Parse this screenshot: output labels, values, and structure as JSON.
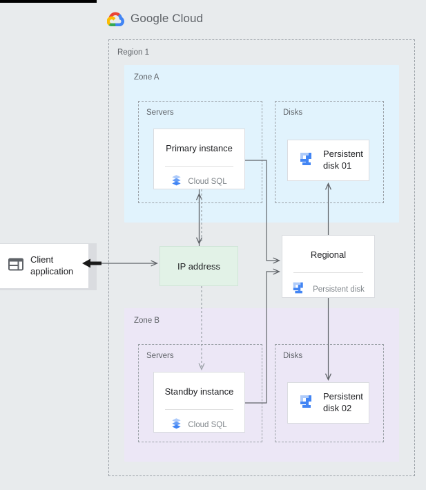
{
  "brand": {
    "logo_icon": "google-cloud-logo-icon",
    "name_bold": "Google",
    "name_light": "Cloud"
  },
  "region": {
    "label": "Region 1"
  },
  "zones": [
    {
      "label": "Zone A",
      "color": "#e1f3fd",
      "groups": [
        {
          "label": "Servers"
        },
        {
          "label": "Disks"
        }
      ]
    },
    {
      "label": "Zone B",
      "color": "#ece7f6",
      "groups": [
        {
          "label": "Servers"
        },
        {
          "label": "Disks"
        }
      ]
    }
  ],
  "nodes": {
    "primary_instance": {
      "title": "Primary instance",
      "subtitle": "Cloud SQL",
      "icon": "cloud-sql-icon"
    },
    "standby_instance": {
      "title": "Standby instance",
      "subtitle": "Cloud SQL",
      "icon": "cloud-sql-icon"
    },
    "persistent_disk_01": {
      "line1": "Persistent",
      "line2": "disk 01",
      "icon": "persistent-disk-icon"
    },
    "persistent_disk_02": {
      "line1": "Persistent",
      "line2": "disk 02",
      "icon": "persistent-disk-icon"
    },
    "regional_disk": {
      "title": "Regional",
      "subtitle": "Persistent disk",
      "icon": "persistent-disk-icon"
    },
    "ip_address": {
      "label": "IP address",
      "color": "#e2f2e7"
    },
    "client_application": {
      "line1": "Client",
      "line2": "application",
      "icon": "client-window-icon"
    }
  },
  "colors": {
    "page_background": "#e8ebed",
    "zone_a": "#e1f3fd",
    "zone_b": "#ece7f6",
    "ip_box": "#e2f2e7",
    "connector": "#5f6368",
    "dashed_border": "#9aa0a6",
    "card_border": "#dadce0",
    "google_blue": "#4285f4",
    "google_red": "#ea4335",
    "google_yellow": "#fbbc04",
    "google_green": "#34a853"
  }
}
